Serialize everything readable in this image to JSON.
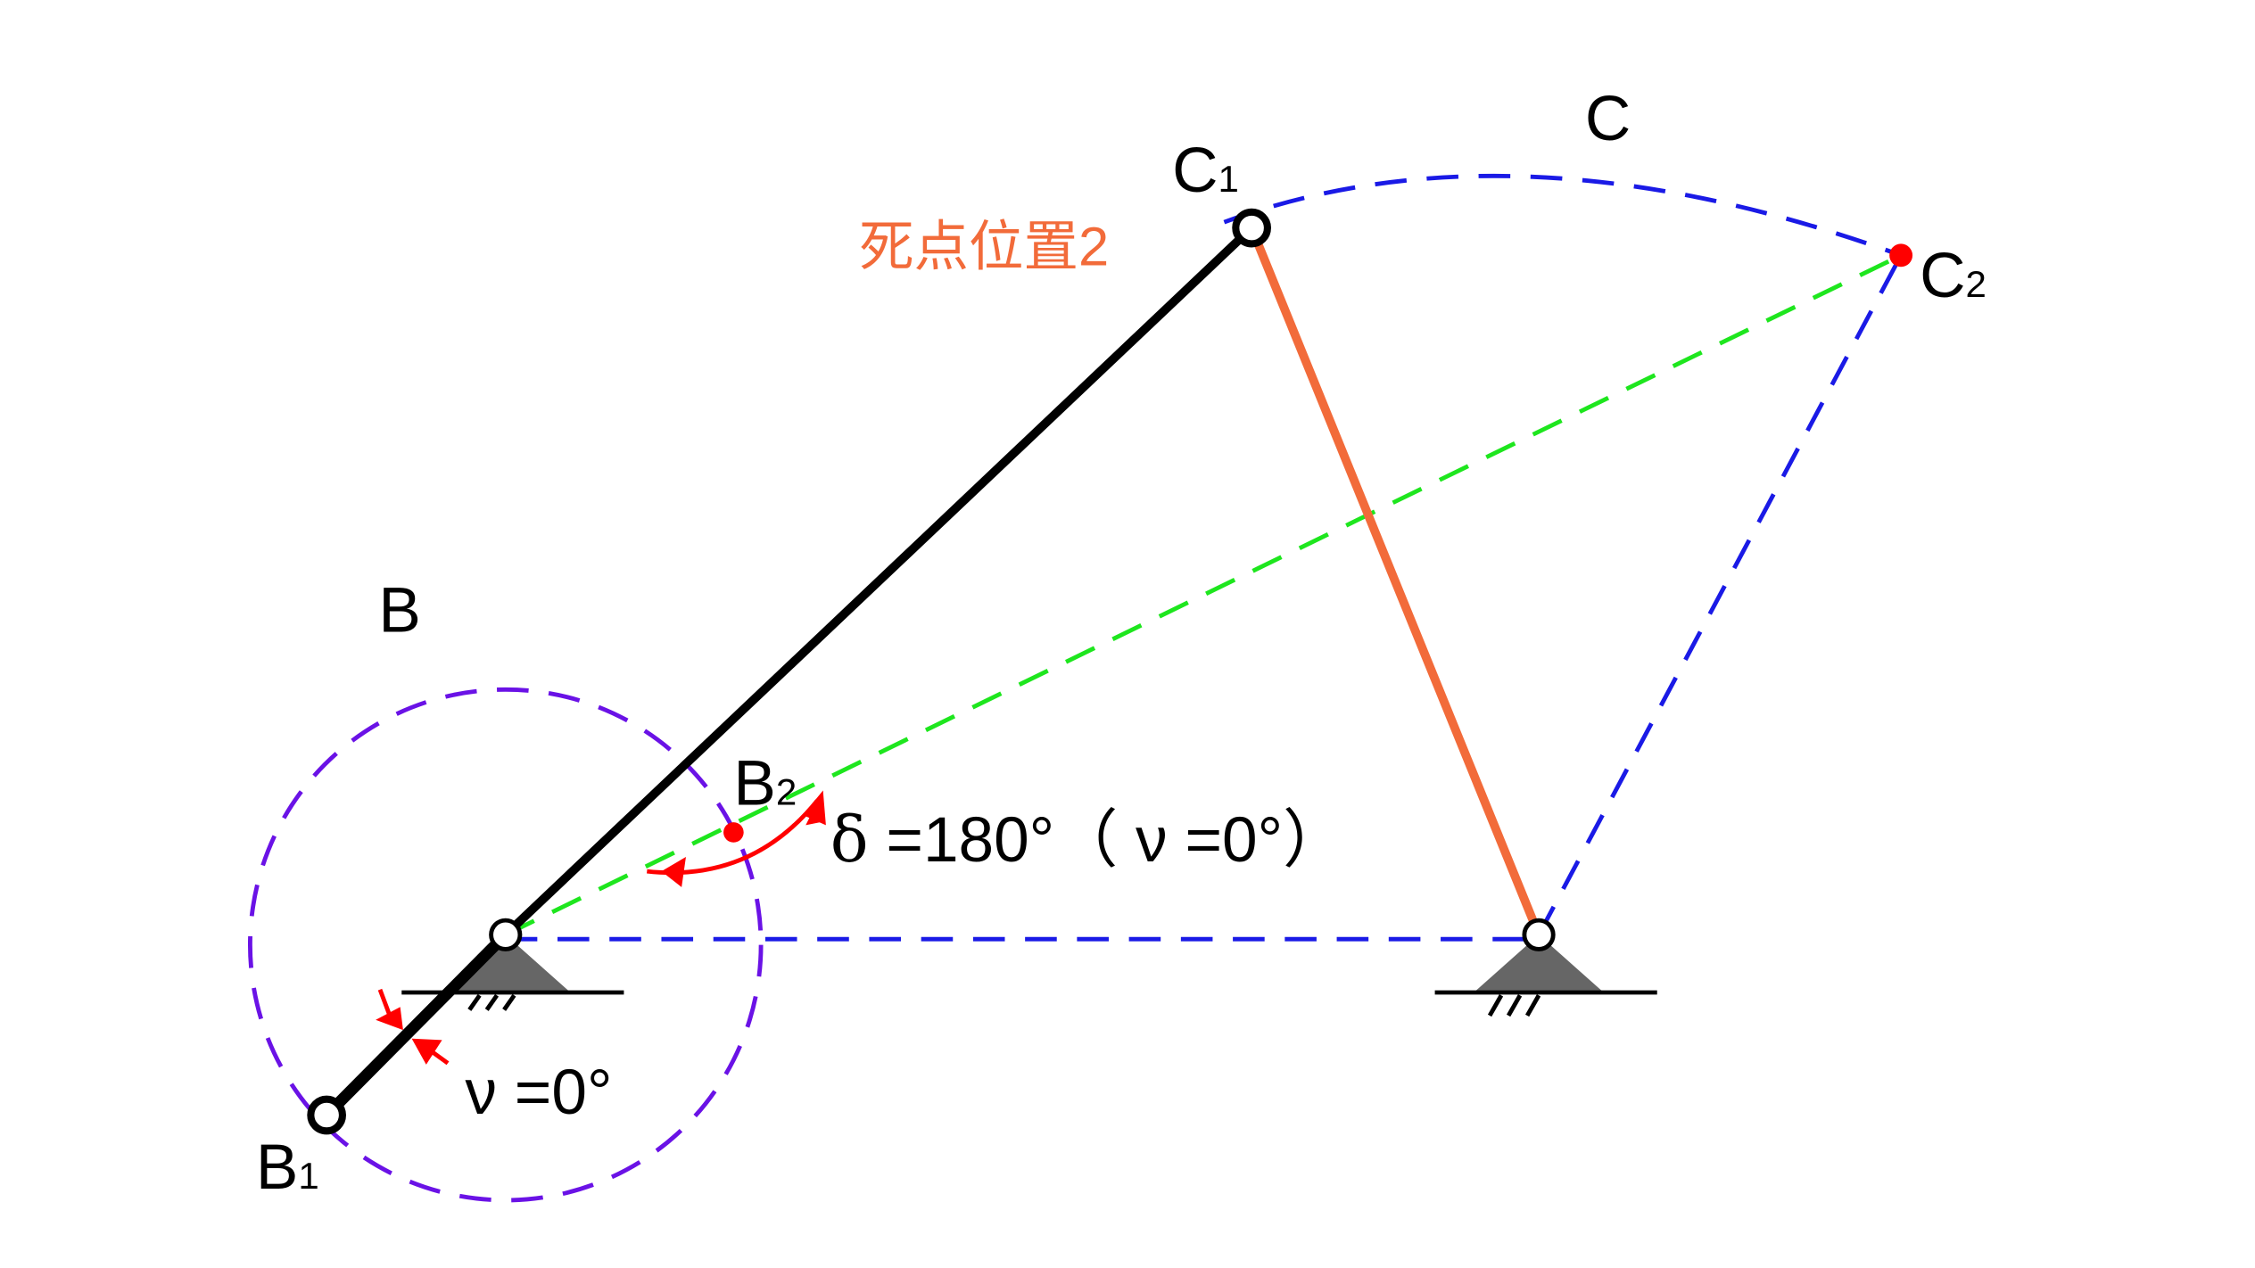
{
  "labels": {
    "C": "C",
    "C1": "C",
    "C1_sub": "1",
    "C2": "C",
    "C2_sub": "2",
    "B": "B",
    "B1": "B",
    "B1_sub": "1",
    "B2": "B",
    "B2_sub": "2",
    "dead_point": "死点位置2",
    "delta_symbol": "δ",
    "delta_text": " =180°（ ν =0°）",
    "nu_text": "ν =0°"
  },
  "colors": {
    "link": "#000000",
    "rocker": "#f26b3a",
    "circle": "#6a12e6",
    "blue_dash": "#1a1ae6",
    "green_dash": "#1ee61e",
    "red": "#ff0000",
    "ground": "#666666",
    "dead_point_text": "#f26b3a"
  }
}
